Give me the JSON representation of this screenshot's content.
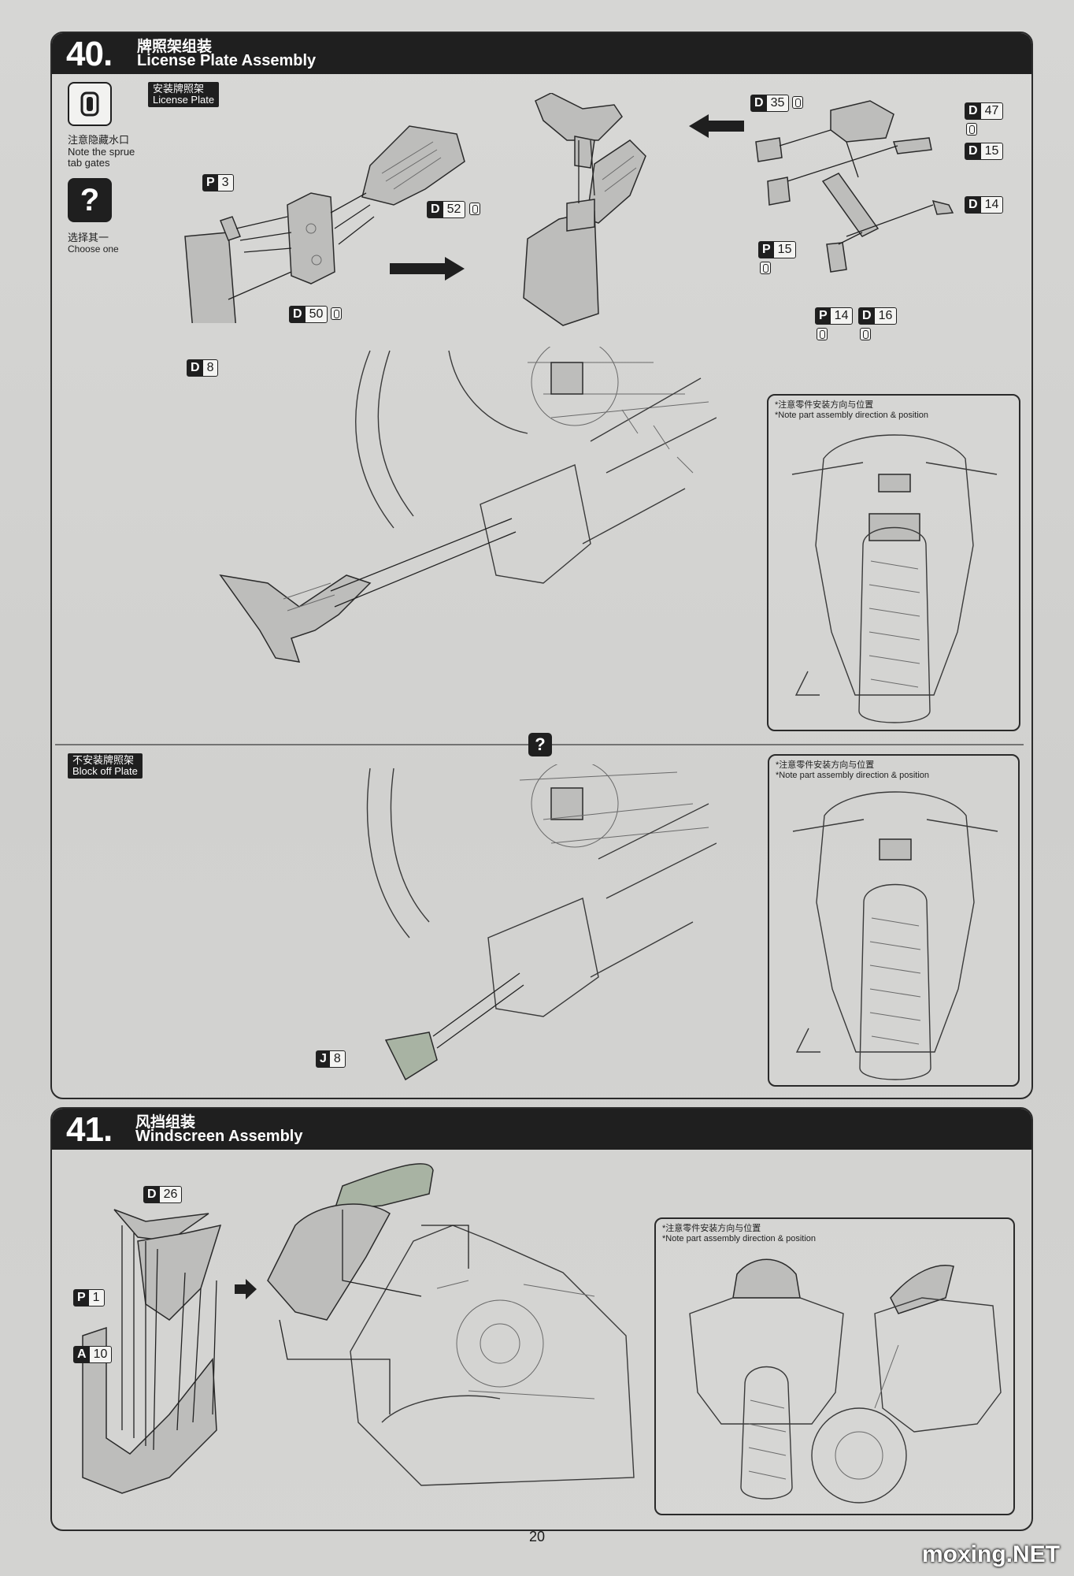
{
  "step40": {
    "number": "40.",
    "title_cn": "牌照架组装",
    "title_en": "License Plate Assembly",
    "option_a_cn": "安装牌照架",
    "option_a_en": "License Plate",
    "option_b_cn": "不安装牌照架",
    "option_b_en": "Block off Plate",
    "sprue_note_cn": "注意隐藏水口",
    "sprue_note_en1": "Note the sprue",
    "sprue_note_en2": "tab gates",
    "choose_cn": "选择其一",
    "choose_en": "Choose one",
    "parts": {
      "p3": {
        "letter": "P",
        "num": "3"
      },
      "d52": {
        "letter": "D",
        "num": "52"
      },
      "d50": {
        "letter": "D",
        "num": "50"
      },
      "d8": {
        "letter": "D",
        "num": "8"
      },
      "d35": {
        "letter": "D",
        "num": "35"
      },
      "d47": {
        "letter": "D",
        "num": "47"
      },
      "d15": {
        "letter": "D",
        "num": "15"
      },
      "d14": {
        "letter": "D",
        "num": "14"
      },
      "p15": {
        "letter": "P",
        "num": "15"
      },
      "p14": {
        "letter": "P",
        "num": "14"
      },
      "d16": {
        "letter": "D",
        "num": "16"
      },
      "j8": {
        "letter": "J",
        "num": "8"
      }
    },
    "note_cn": "*注意零件安装方向与位置",
    "note_en": "*Note part assembly direction & position",
    "question_glyph": "?"
  },
  "step41": {
    "number": "41.",
    "title_cn": "风挡组装",
    "title_en": "Windscreen Assembly",
    "parts": {
      "d26": {
        "letter": "D",
        "num": "26"
      },
      "p1": {
        "letter": "P",
        "num": "1"
      },
      "a10": {
        "letter": "A",
        "num": "10"
      }
    },
    "note_cn": "*注意零件安装方向与位置",
    "note_en": "*Note part assembly direction & position"
  },
  "page_number": "20",
  "watermark": "moxing.NET"
}
